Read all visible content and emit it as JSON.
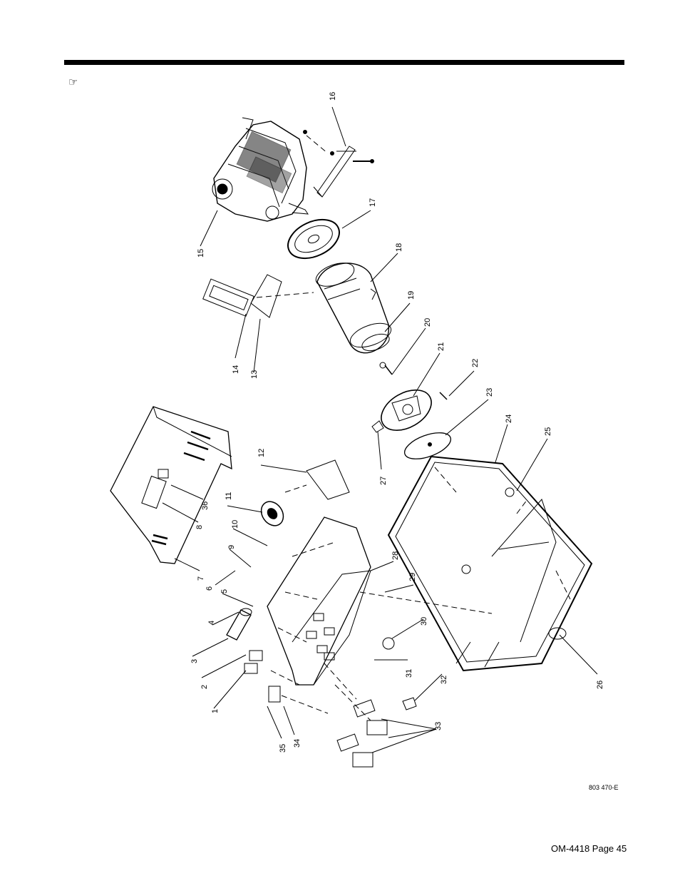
{
  "note_symbol": "☞",
  "drawing_number": "803 470-E",
  "footer": "OM-4418 Page 45",
  "callouts": [
    "1",
    "2",
    "3",
    "4",
    "5",
    "6",
    "7",
    "8",
    "9",
    "10",
    "11",
    "12",
    "13",
    "14",
    "15",
    "16",
    "17",
    "18",
    "19",
    "20",
    "21",
    "22",
    "23",
    "24",
    "25",
    "26",
    "27",
    "28",
    "29",
    "30",
    "31",
    "32",
    "33",
    "34",
    "35",
    "36"
  ],
  "colors": {
    "ink": "#000000",
    "paper": "#ffffff"
  }
}
